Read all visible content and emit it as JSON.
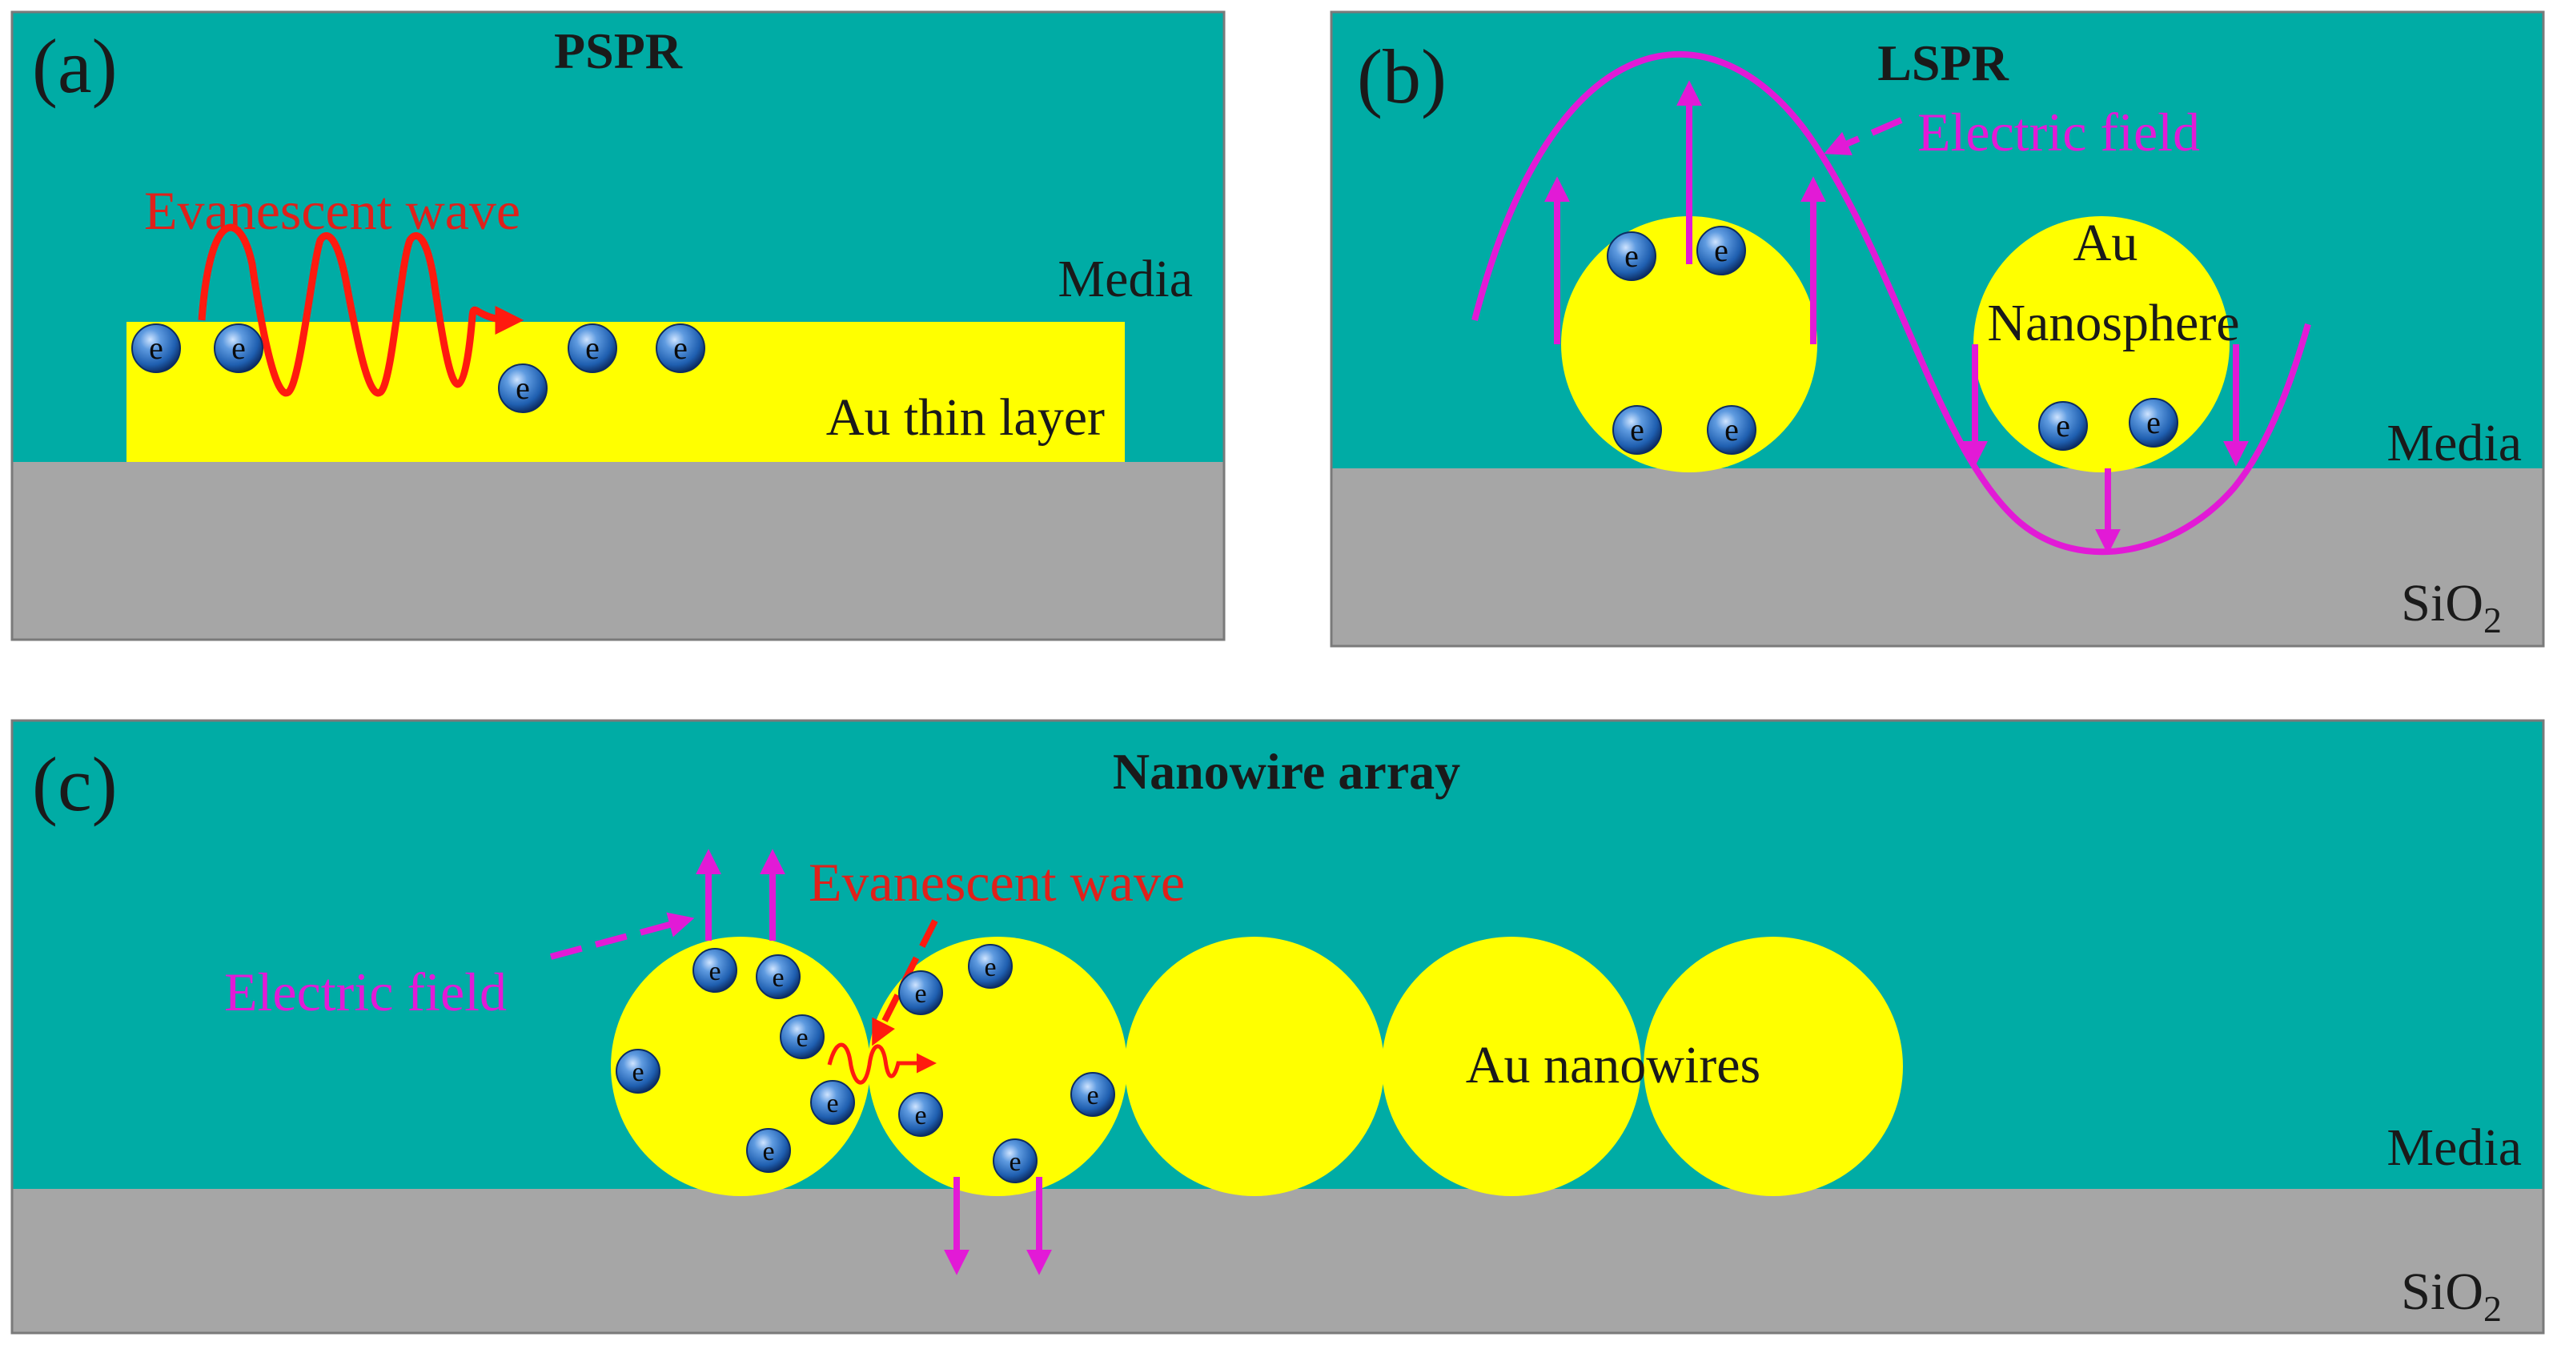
{
  "colors": {
    "media": "#00aca5",
    "substrate": "#a6a6a6",
    "gold": "#ffff00",
    "electron": "#1f5fb0",
    "evanescent_wave": "#ff1a0f",
    "electric_field": "#e21ad6",
    "frame": "#7a7a7a"
  },
  "icons": {
    "electron": "electron-sphere-icon",
    "arrow": "arrow-icon"
  },
  "panel_a": {
    "letter": "(a)",
    "title": "PSPR",
    "media_label": "Media",
    "layer_label": "Au thin layer",
    "wave_label": "Evanescent wave",
    "electron_symbol": "e"
  },
  "panel_b": {
    "letter": "(b)",
    "title": "LSPR",
    "field_label": "Electric field",
    "sphere_label_line1": "Au",
    "sphere_label_line2": "Nanosphere",
    "media_label": "Media",
    "substrate_label": "SiO",
    "substrate_sub": "2",
    "electron_symbol": "e"
  },
  "panel_c": {
    "letter": "(c)",
    "title": "Nanowire array",
    "wave_label": "Evanescent wave",
    "field_label": "Electric field",
    "wires_label": "Au nanowires",
    "media_label": "Media",
    "substrate_label": "SiO",
    "substrate_sub": "2",
    "electron_symbol": "e"
  }
}
